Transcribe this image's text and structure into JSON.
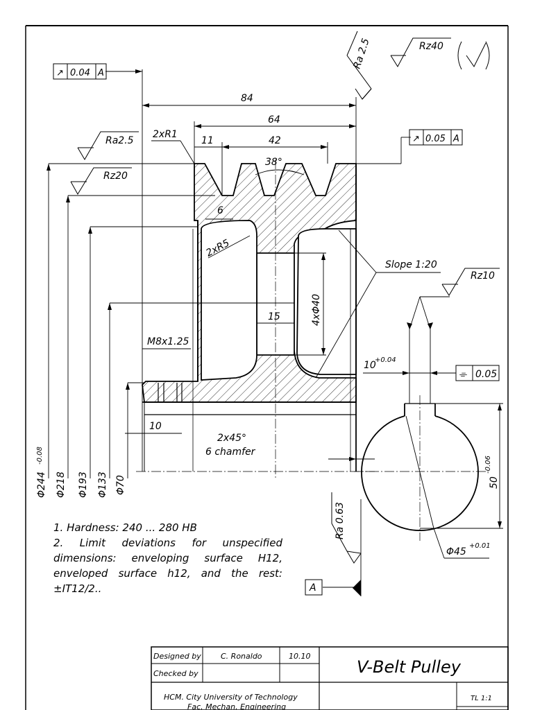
{
  "dimensions": {
    "d84": "84",
    "d64": "64",
    "d42": "42",
    "d11": "11",
    "d6": "6",
    "d15": "15",
    "d10": "10",
    "angle": "38°",
    "fillet_r1": "2xR1",
    "fillet_r5": "2xR5",
    "holes": "4xΦ40",
    "thread": "M8x1.25",
    "chamfer_1": "2x45°",
    "chamfer_2": "6 chamfer",
    "slope": "Slope 1:20",
    "dia_244": "Φ244",
    "dia_244_tol": "-0.08",
    "dia_218": "Φ218",
    "dia_193": "Φ193",
    "dia_133": "Φ133",
    "dia_70": "Φ70",
    "keyway_width": "10",
    "keyway_width_tol": "+0.04",
    "key_depth": "50",
    "key_depth_tol": "-0.06",
    "shaft_dia": "Φ45",
    "shaft_dia_tol": "+0.01"
  },
  "surface_finish": {
    "ra25_top": "Ra 2.5",
    "rz40": "Rz40",
    "ra25_left": "Ra2.5",
    "rz20": "Rz20",
    "rz10": "Rz10",
    "ra063": "Ra 0.63"
  },
  "tolerances": {
    "runout_1": {
      "symbol": "↗",
      "value": "0.04",
      "datum": "A"
    },
    "runout_2": {
      "symbol": "↗",
      "value": "0.05",
      "datum": "A"
    },
    "symmetry": {
      "symbol": "⌯",
      "value": "0.05"
    },
    "datum_label": "A"
  },
  "notes": [
    "1. Hardness: 240 ... 280 HB",
    "2. Limit deviations for unspecified dimensions: enveloping surface H12, enveloped surface h12, and the rest: ±IT12/2.."
  ],
  "title_block": {
    "designed_by_label": "Designed by",
    "designed_by_name": "C. Ronaldo",
    "designed_date": "10.10",
    "checked_by_label": "Checked by",
    "title": "V-Belt Pulley",
    "university": "HCM. City University of Technology",
    "university_sub": "Fac. Mechan. Engineering",
    "scale": "TL 1:1"
  }
}
